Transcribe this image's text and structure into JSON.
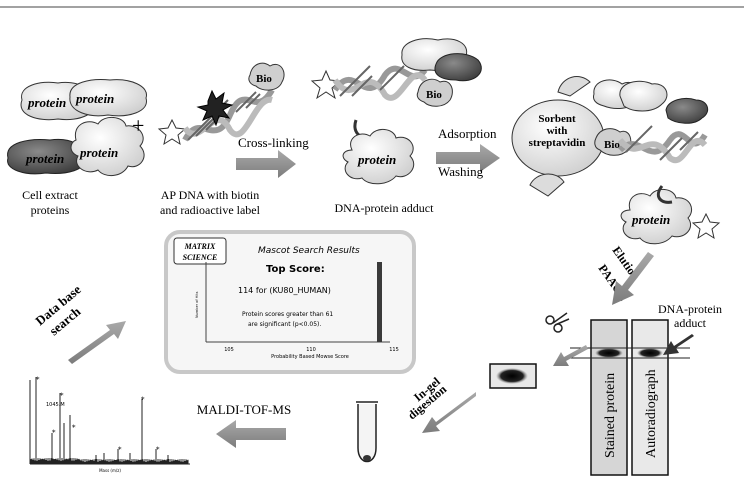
{
  "labels": {
    "protein": "protein",
    "bio": "Bio",
    "plus": "+",
    "cell_extract": [
      "Cell extract",
      "proteins"
    ],
    "ap_dna": [
      "AP DNA with biotin",
      "and radioactive label"
    ],
    "cross_linking": "Cross-linking",
    "adsorption": "Adsorption",
    "washing": "Washing",
    "dna_protein_adduct": "DNA-protein adduct",
    "sorbent": [
      "Sorbent",
      "with",
      "streptavidin"
    ],
    "elution": "Elution",
    "paage": "PAAGE",
    "dna_protein_adduct_gel": [
      "DNA-protein",
      "adduct"
    ],
    "stained_protein": "Stained protein",
    "autoradiograph": "Autoradiograph",
    "in_gel_digestion": [
      "In-gel",
      "digestion"
    ],
    "maldi": "MALDI-TOF-MS",
    "database_search": [
      "Data base",
      "search"
    ]
  },
  "mascot": {
    "logo_line1": "MATRIX",
    "logo_line2": "SCIENCE",
    "title": "Mascot Search Results",
    "top_score_label": "Top Score:",
    "top_score_value": "114 for (KU80_HUMAN)",
    "note_line1": "Protein scores greater than 61",
    "note_line2": "are significant (p<0.05).",
    "y_axis": "Number of Hits",
    "x_axis": "Probability Based Mowse Score",
    "ticks": [
      "105",
      "110",
      "115"
    ]
  },
  "spectrum": {
    "peak_label": "1045.M",
    "x_axis": "Mass (m/z)"
  },
  "colors": {
    "arrow": "#8a8a8a",
    "protein_light": "#ececec",
    "protein_dark": "#555555",
    "gel": "#d6d6d6"
  }
}
